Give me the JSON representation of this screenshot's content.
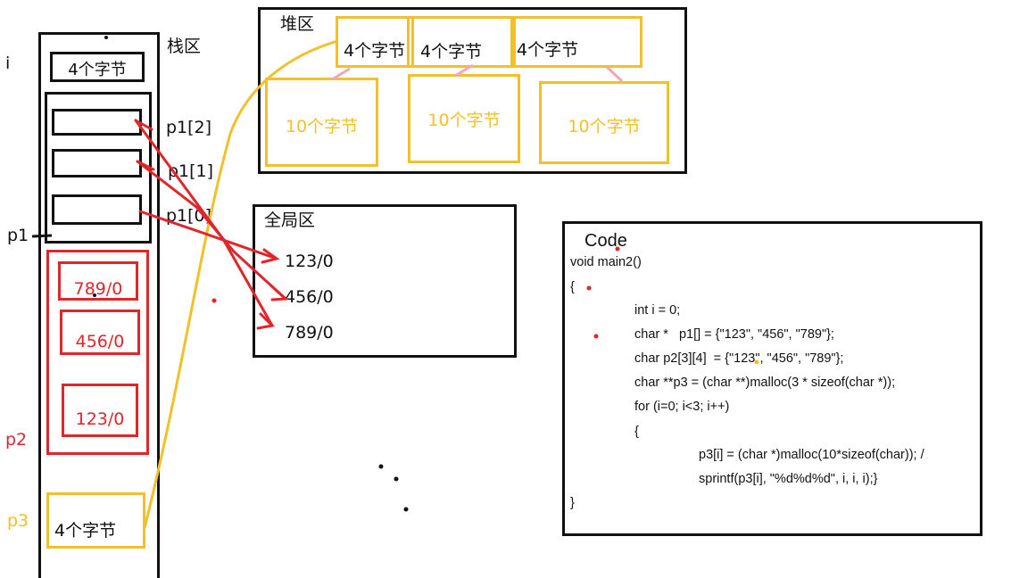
{
  "stack": {
    "title": "栈区",
    "i_label": "i",
    "i_cell": "4个字节",
    "p1_label": "p1",
    "p1_items": [
      "p1[2]",
      "p1[1]",
      "p1[0]"
    ],
    "p2_label": "p2",
    "p2_items": [
      "789/0",
      "456/0",
      "123/0"
    ],
    "p3_label": "p3",
    "p3_cell": "4个字节"
  },
  "heap": {
    "title": "堆区",
    "ptr_cells": [
      "4个字节",
      "4个字节",
      "4个字节"
    ],
    "blocks": [
      "10个字节",
      "10个字节",
      "10个字节"
    ]
  },
  "global": {
    "title": "全局区",
    "items": [
      "123/0",
      "456/0",
      "789/0"
    ]
  },
  "code": {
    "title": "Code",
    "lines": [
      "void main2()",
      "{",
      "int i = 0;",
      "char *   p1[] = {\"123\", \"456\", \"789\"};",
      "char p2[3][4]  = {\"123\", \"456\", \"789\"};",
      "char **p3 = (char **)malloc(3 * sizeof(char *));",
      "for (i=0; i<3; i++)",
      "{",
      "p3[i] = (char *)malloc(10*sizeof(char)); /",
      "sprintf(p3[i], \"%d%d%d\", i, i, i);}",
      "}"
    ]
  },
  "colors": {
    "black": "#111111",
    "red": "#e0262a",
    "yellow": "#f2c028",
    "pink": "#f4a6b8"
  }
}
